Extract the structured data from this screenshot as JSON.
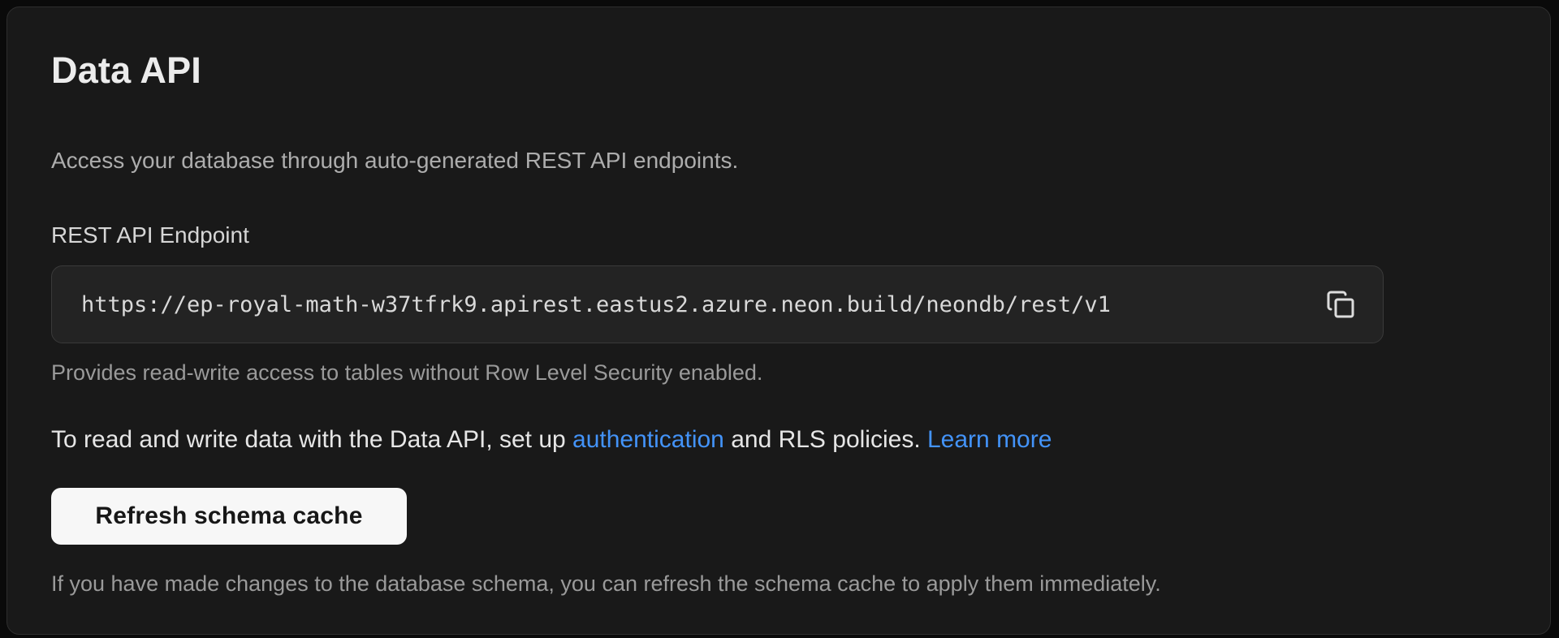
{
  "card": {
    "title": "Data API",
    "description": "Access your database through auto-generated REST API endpoints.",
    "endpoint": {
      "label": "REST API Endpoint",
      "url": "https://ep-royal-math-w37tfrk9.apirest.eastus2.azure.neon.build/neondb/rest/v1",
      "copy_icon": "copy-icon",
      "helper": "Provides read-write access to tables without Row Level Security enabled."
    },
    "note": {
      "text_before": "To read and write data with the Data API, set up ",
      "link_auth": "authentication",
      "text_middle": " and RLS policies. ",
      "link_learn_more": "Learn more"
    },
    "refresh": {
      "button_label": "Refresh schema cache",
      "helper": "If you have made changes to the database schema, you can refresh the schema cache to apply them immediately."
    },
    "colors": {
      "link_blue": "#4393f8",
      "page_background": "#0a0a0a",
      "card_background": "#191919",
      "field_background": "#232323",
      "button_background": "#f7f7f7"
    }
  }
}
